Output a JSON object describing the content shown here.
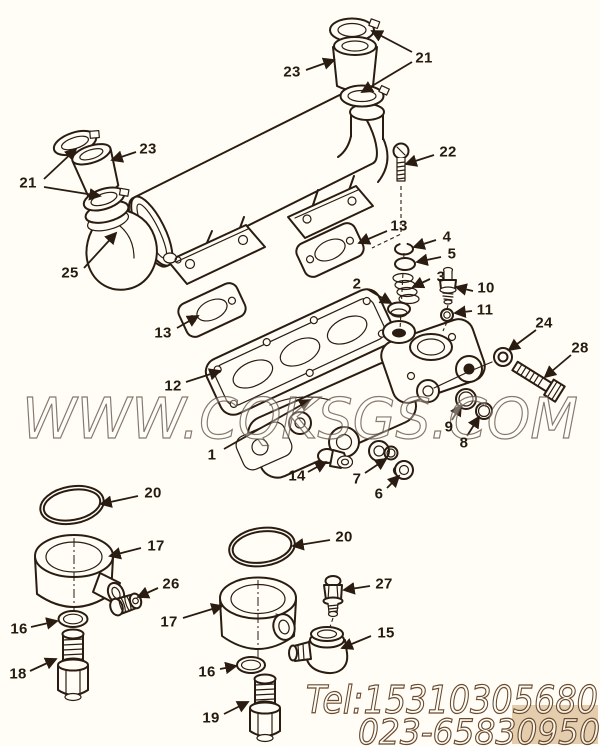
{
  "watermark": {
    "text": "WWW.CQKSGS.COM"
  },
  "contact": {
    "line1": "Tel:15310305680",
    "line2": "023-65830950"
  },
  "colors": {
    "ink": "#2a1c10",
    "background": "#fffdf6",
    "watermark_stroke": "#6a594b",
    "contact_stroke": "#6b4a2e",
    "stamp": "#c79e62"
  },
  "callouts": [
    {
      "part": "21"
    },
    {
      "part": "23"
    },
    {
      "part": "21"
    },
    {
      "part": "23"
    },
    {
      "part": "22"
    },
    {
      "part": "25"
    },
    {
      "part": "13"
    },
    {
      "part": "13"
    },
    {
      "part": "12"
    },
    {
      "part": "4"
    },
    {
      "part": "5"
    },
    {
      "part": "3"
    },
    {
      "part": "2"
    },
    {
      "part": "10"
    },
    {
      "part": "11"
    },
    {
      "part": "24"
    },
    {
      "part": "28"
    },
    {
      "part": "1"
    },
    {
      "part": "14"
    },
    {
      "part": "7"
    },
    {
      "part": "6"
    },
    {
      "part": "9"
    },
    {
      "part": "8"
    },
    {
      "part": "20"
    },
    {
      "part": "17"
    },
    {
      "part": "26"
    },
    {
      "part": "16"
    },
    {
      "part": "18"
    },
    {
      "part": "20"
    },
    {
      "part": "17"
    },
    {
      "part": "16"
    },
    {
      "part": "19"
    },
    {
      "part": "27"
    },
    {
      "part": "15"
    }
  ]
}
